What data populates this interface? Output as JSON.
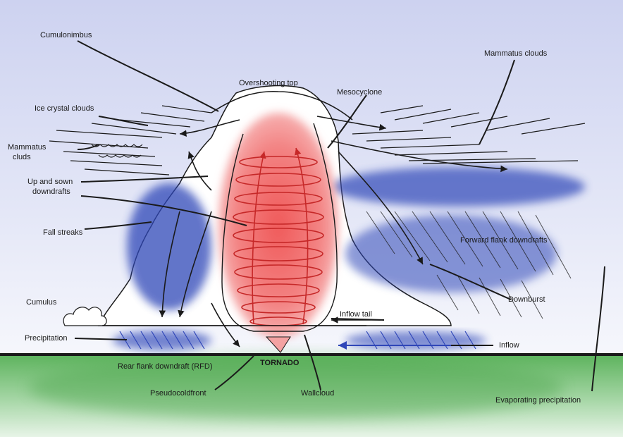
{
  "labels": {
    "cumulonimbus": "Cumulonimbus",
    "mammatus_clouds": "Mammatus clouds",
    "overshooting_top": "Overshooting top",
    "mesocyclone": "Mesocyclone",
    "ice_crystal_clouds": "Ice crystal clouds",
    "mammatus_left_line1": "Mammatus",
    "mammatus_left_line2": "cluds",
    "up_sown_line1": "Up and sown",
    "up_sown_line2": "downdrafts",
    "fall_streaks": "Fall streaks",
    "forward_flank": "Forward flank downdrafts",
    "cumulus": "Cumulus",
    "downburst": "Downburst",
    "inflow_tail": "Inflow tail",
    "precipitation": "Precipitation",
    "inflow": "Inflow",
    "rfd": "Rear flank downdraft (RFD)",
    "tornado": "TORNADO",
    "pseudocoldfront": "Pseudocoldfront",
    "wallcloud": "Wallcloud",
    "evaporating_precipitation": "Evaporating precipitation"
  },
  "colors": {
    "sky": "#d8dcf3",
    "updraft": "#ef6b6b",
    "downdraft": "#2f46b8",
    "ground": "#7fc57f",
    "ink": "#1a1a1a",
    "spiral": "#c62828"
  }
}
